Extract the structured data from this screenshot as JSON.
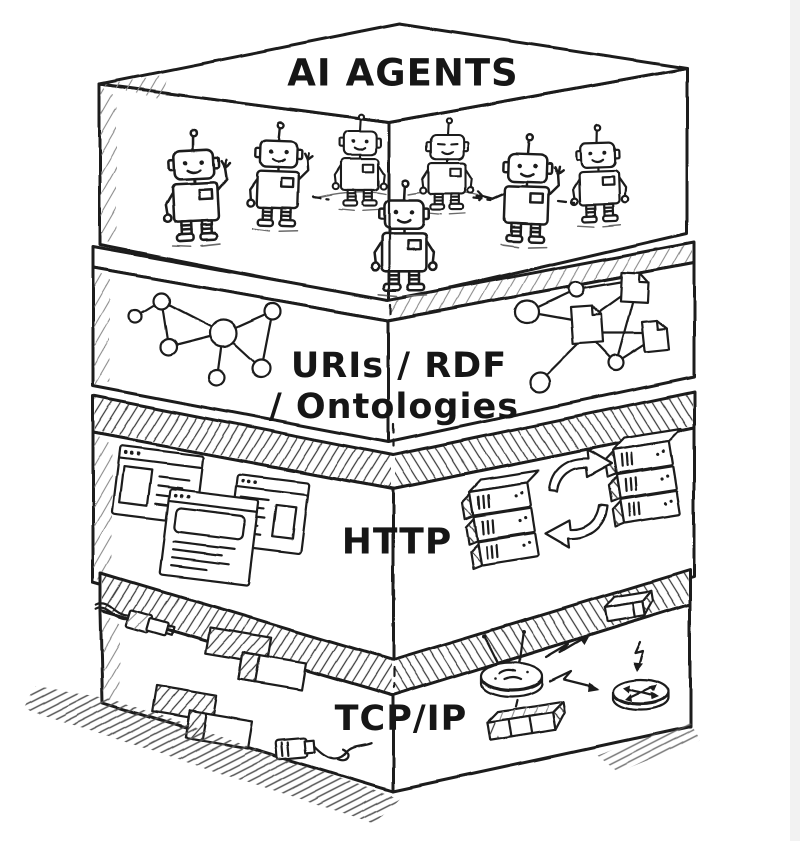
{
  "colors": {
    "background": "#ffffff",
    "ink": "#1c1c1c",
    "hatch": "#4a4a4a",
    "paper_edge": "#f2f2f2"
  },
  "layers": [
    {
      "id": "ai-agents",
      "label": "AI AGENTS",
      "icons": [
        "robot-icon",
        "robot-icon",
        "robot-icon",
        "robot-icon",
        "robot-icon",
        "robot-icon",
        "robot-icon"
      ]
    },
    {
      "id": "uris-rdf-ontologies",
      "label_line1": "URIs / RDF",
      "label_line2": "/ Ontologies",
      "icons": [
        "rdf-node-graph-icon",
        "rdf-document-graph-icon"
      ]
    },
    {
      "id": "http",
      "label": "HTTP",
      "icons": [
        "browser-window-icon",
        "browser-window-icon",
        "browser-window-icon",
        "server-stack-icon",
        "server-stack-icon",
        "request-response-arrows-icon"
      ]
    },
    {
      "id": "tcp-ip",
      "label": "TCP/IP",
      "icons": [
        "ethernet-plug-icon",
        "data-packets-icon",
        "data-packets-icon",
        "ethernet-plug-icon",
        "wifi-router-icon",
        "router-icon",
        "access-point-icon",
        "network-switch-icon",
        "lightning-link-icon",
        "lightning-link-icon",
        "lightning-link-icon"
      ]
    }
  ]
}
